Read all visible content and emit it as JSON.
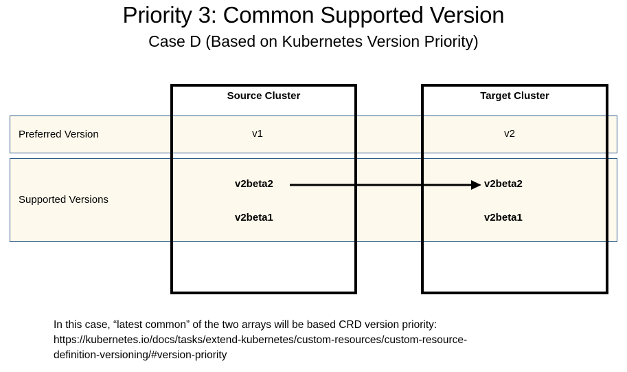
{
  "slide": {
    "title": "Priority 3: Common Supported Version",
    "subtitle": "Case D (Based on Kubernetes Version Priority)"
  },
  "colors": {
    "band_fill": "#FDF9EC",
    "band_border": "#2E5C8A",
    "box_border": "#000000",
    "arrow": "#000000",
    "text": "#000000"
  },
  "diagram": {
    "columns": [
      {
        "id": "source",
        "title": "Source Cluster"
      },
      {
        "id": "target",
        "title": "Target Cluster"
      }
    ],
    "rows": [
      {
        "id": "preferred",
        "label": "Preferred Version",
        "source": "v1",
        "target": "v2"
      },
      {
        "id": "supported",
        "label": "Supported Versions",
        "source_list": [
          "v2beta2",
          "v2beta1"
        ],
        "target_list": [
          "v2beta2",
          "v2beta1"
        ]
      }
    ],
    "arrow": {
      "name": "v2beta2-mapping-arrow",
      "from": "v2beta2",
      "to": "v2beta2"
    }
  },
  "caption": {
    "line1": "In this case, “latest common” of the two arrays will be based CRD version priority:",
    "line2": "https://kubernetes.io/docs/tasks/extend-kubernetes/custom-resources/custom-resource-",
    "line3": "definition-versioning/#version-priority"
  }
}
